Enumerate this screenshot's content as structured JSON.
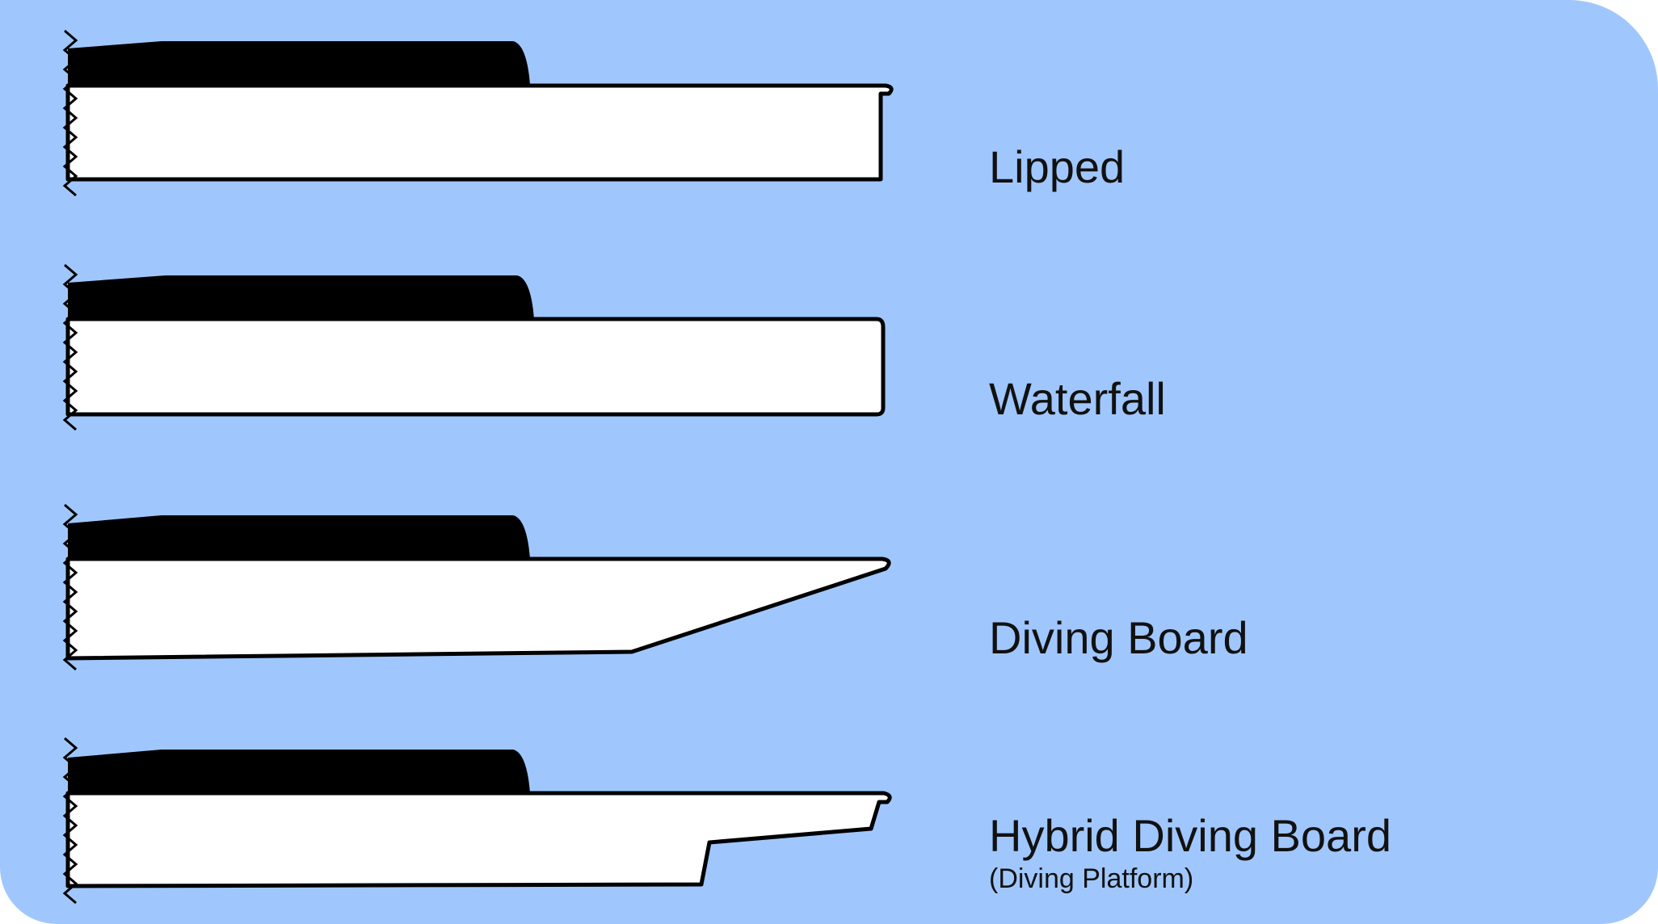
{
  "profiles": [
    {
      "id": "lipped",
      "label": "Lipped"
    },
    {
      "id": "waterfall",
      "label": "Waterfall"
    },
    {
      "id": "diving-board",
      "label": "Diving Board"
    },
    {
      "id": "hybrid-diving-board",
      "label": "Hybrid Diving Board",
      "sublabel": "(Diving Platform)"
    }
  ],
  "colors": {
    "background": "#a0c7fd",
    "overlay": "#000000",
    "substrate": "#ffffff",
    "text": "#111111"
  }
}
